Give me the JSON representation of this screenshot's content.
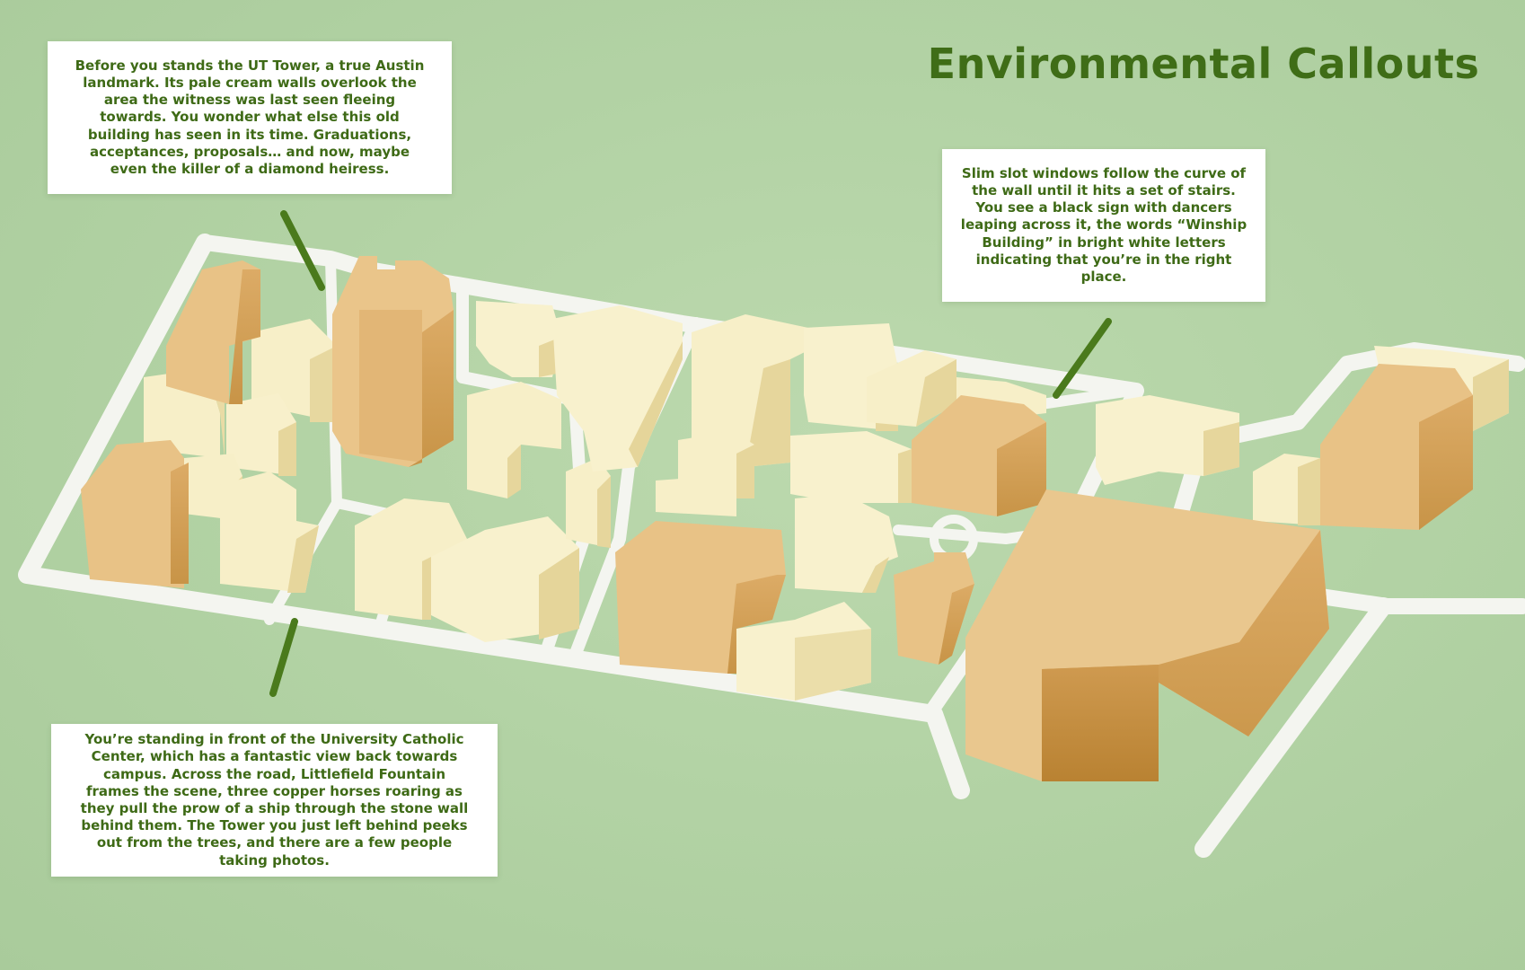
{
  "title": "Environmental Callouts",
  "callouts": {
    "tower": "Before you stands the UT Tower, a true Austin landmark. Its pale cream walls overlook the area the witness was last seen fleeing towards. You wonder what else this old building has seen in its time. Graduations, acceptances, proposals… and now, maybe even the killer of a diamond heiress.",
    "winship": "Slim slot windows follow the curve of the wall until it hits a set of stairs. You see a black sign with dancers leaping across it, the words “Winship Building” in bright white letters indicating that you’re in the right place.",
    "catholic": "You’re standing in front of the University Catholic Center, which has a fantastic view back towards campus. Across the road, Littlefield Fountain frames the scene, three copper horses roaring as they pull the prow of a ship through the stone wall behind them. The Tower you just left behind peeks out from the trees, and there are a few people taking photos."
  },
  "colors": {
    "background": "#b3d3a5",
    "road": "#f4f5f0",
    "cream_building": "#f7efc8",
    "orange_building": "#e8c286",
    "accent_green": "#3f6d17",
    "callout_bg": "#ffffff"
  }
}
